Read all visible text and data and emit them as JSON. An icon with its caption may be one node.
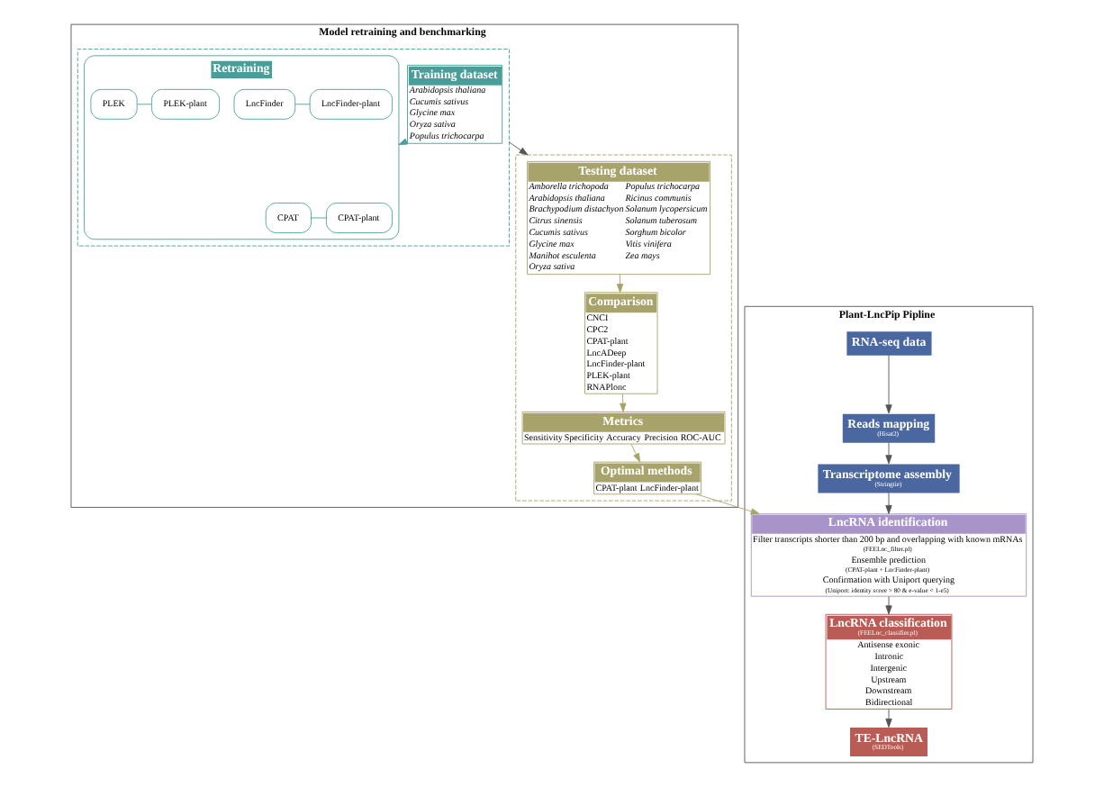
{
  "diagram": {
    "nodes": [
      {
        "text": [
          "Model retraining and benchmarking"
        ]
      },
      {
        "text": [],
        "shape": "box",
        "in": 0
      },
      {
        "text": [
          "Training dataset",
          "Arabidopsis thaliana",
          "Cucumis sativus",
          "Glycine max",
          "Oryza sativa",
          "Populus trichocarpa"
        ],
        "in": 1
      },
      {
        "text": [
          "Retraining"
        ],
        "in": 1
      },
      {
        "text": [
          "CPAT"
        ],
        "in": 3
      },
      {
        "text": [
          "CPAT-plant"
        ],
        "in": 3
      },
      {
        "text": [
          "LncFinder"
        ],
        "in": 3
      },
      {
        "text": [
          "LncFinder-plant"
        ],
        "in": 3
      },
      {
        "text": [
          "PLEK"
        ],
        "in": 3
      },
      {
        "text": [
          "PLEK-plant"
        ],
        "in": 3
      },
      {
        "text": [],
        "shape": "box",
        "in": 0
      },
      {
        "text": [
          "Testing dataset",
          "Amborella trichopoda",
          "Arabidopsis thaliana",
          "Brachypodium distachyon",
          "Citrus sinensis",
          "Cucumis sativus",
          "Glycine max",
          "Manihot esculenta",
          "Oryza sativa",
          "Populus trichocarpa",
          "Ricinus communis",
          "Solanum lycopersicum",
          "Solanum tuberosum",
          "Sorghum bicolor",
          "Vitis vinifera",
          "Zea mays"
        ],
        "in": 10
      },
      {
        "text": [
          "Comparison",
          "CNCI",
          "CPC2",
          "CPAT-plant",
          "LncADeep",
          "LncFinder-plant",
          "PLEK-plant",
          "RNAPlonc"
        ],
        "in": 10
      },
      {
        "text": [
          "Metrics",
          "Sensitivity",
          "Specificity",
          "Accuracy",
          "Precision",
          "ROC-AUC"
        ],
        "in": 10
      },
      {
        "text": [
          "Optimal methods",
          "CPAT-plant",
          "LncFinder-plant"
        ],
        "in": 10
      },
      {
        "text": [
          "Plant-LncPip Pipline"
        ]
      },
      {
        "text": [
          "RNA-seq data"
        ],
        "in": 15
      },
      {
        "text": [
          "Reads mapping",
          "(Hisat2)"
        ],
        "in": 15
      },
      {
        "text": [
          "Transcriptome assembly",
          "(Stringtie)"
        ],
        "in": 15
      },
      {
        "text": [
          "LncRNA identification",
          "Filter transcripts shorter than 200 bp and overlapping with known mRNAs",
          "(FEELnc_filter.pl)",
          "Ensemble prediction",
          "(CPAT-plant + LncFinder-plant)",
          "Confirmation with Uniport querying",
          "(Uniport: identity score > 80 & e-value < 1-e5)"
        ],
        "in": 15
      },
      {
        "text": [
          "LncRNA classification",
          "(FEELnc_classifier.pl)",
          "Antisense exonic",
          "Intronic",
          "Intergenic",
          "Upstream",
          "Downstream",
          "Bidirectional"
        ],
        "in": 15
      },
      {
        "text": [
          "TE-LncRNA",
          "(SEDTools)"
        ],
        "in": 15
      }
    ],
    "edges": [
      {
        "from": 2,
        "to": 3,
        "arrow": "to",
        "color": "#4a9e9a"
      },
      {
        "from": 4,
        "to": 5,
        "arrow": "none",
        "color": "#4a9e9a"
      },
      {
        "from": 6,
        "to": 7,
        "arrow": "none",
        "color": "#4a9e9a"
      },
      {
        "from": 8,
        "to": 9,
        "arrow": "none",
        "color": "#4a9e9a"
      },
      {
        "from": 1,
        "to": 10,
        "arrow": "to"
      },
      {
        "from": 11,
        "to": 12,
        "arrow": "to",
        "color": "#a8a36a"
      },
      {
        "from": 12,
        "to": 13,
        "arrow": "to",
        "color": "#a8a36a"
      },
      {
        "from": 13,
        "to": 14,
        "arrow": "to",
        "color": "#a8a36a"
      },
      {
        "from": 14,
        "to": 19,
        "arrow": "to",
        "color": "#a8a36a"
      },
      {
        "from": 16,
        "to": 17,
        "arrow": "to"
      },
      {
        "from": 17,
        "to": 18,
        "arrow": "to"
      },
      {
        "from": 18,
        "to": 19,
        "arrow": "to"
      },
      {
        "from": 19,
        "to": 20,
        "arrow": "to"
      },
      {
        "from": 20,
        "to": 21,
        "arrow": "to"
      }
    ]
  }
}
